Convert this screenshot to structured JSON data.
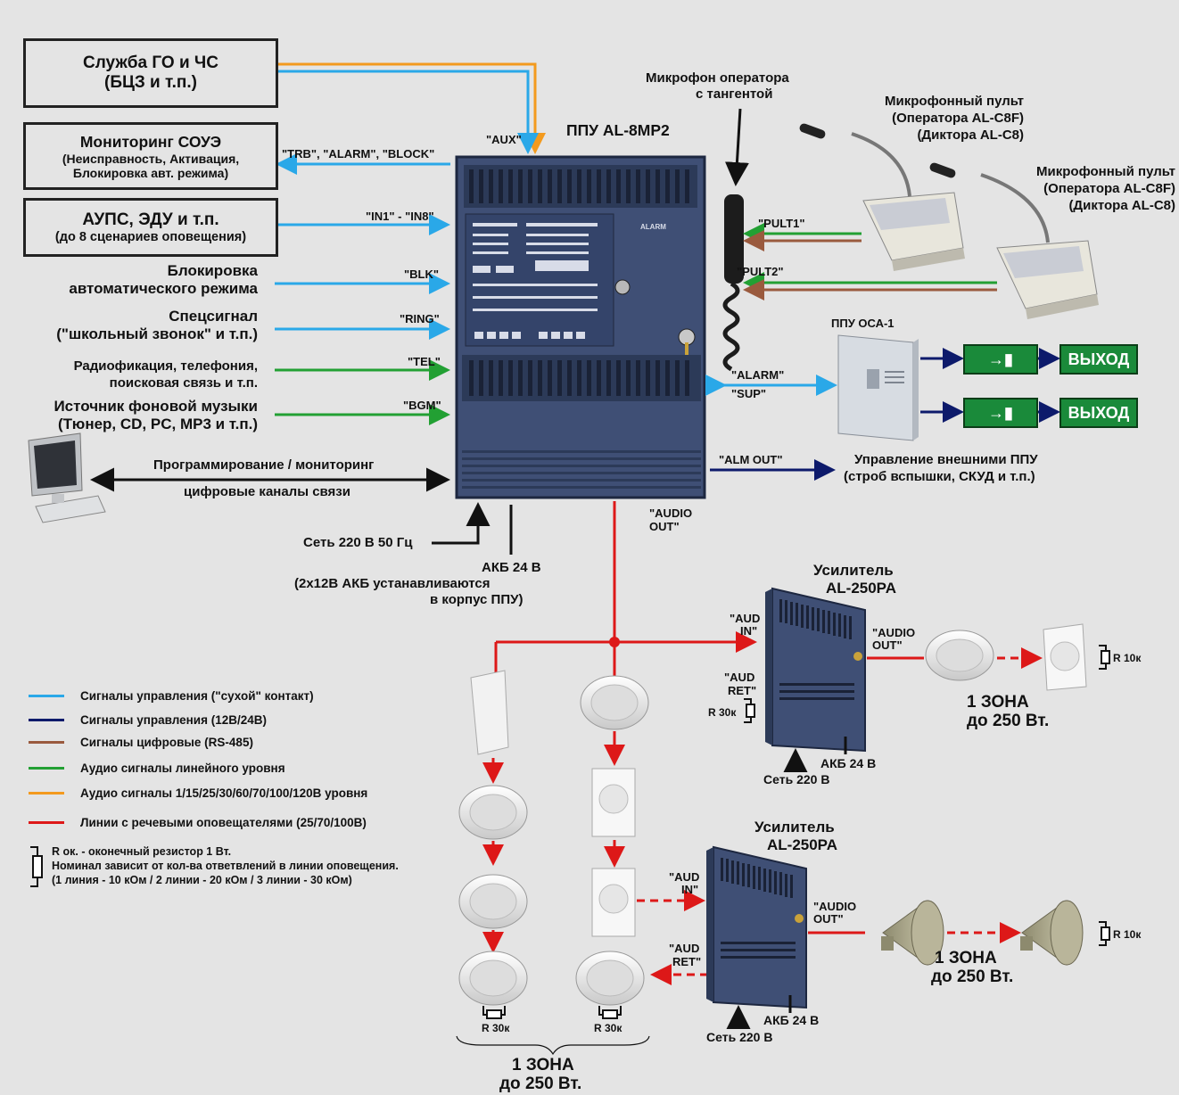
{
  "sources": {
    "go_chs": [
      "Служба ГО и ЧС",
      "(БЦЗ и т.п.)"
    ],
    "monitoring": [
      "Мониторинг СОУЭ",
      "(Неисправность, Активация,",
      "Блокировка авт. режима)"
    ],
    "aups": [
      "АУПС, ЭДУ и т.п.",
      "(до 8 сценариев оповещения)"
    ],
    "blocking": [
      "Блокировка",
      "автоматического режима"
    ],
    "special_signal": [
      "Спецсигнал",
      "(\"школьный звонок\" и т.п.)"
    ],
    "radio": [
      "Радиофикация, телефония,",
      "поисковая связь и т.п."
    ],
    "bgm_source": [
      "Источник фоновой музыки",
      "(Тюнер, CD, PC, MP3 и т.п.)"
    ],
    "programming": "Программирование / мониторинг",
    "digital_channels": "цифровые каналы связи"
  },
  "signals": {
    "aux": "\"AUX\"",
    "trb": "\"TRB\", \"ALARM\", \"BLOCK\"",
    "in1_in8": "\"IN1\" - \"IN8\"",
    "blk": "\"BLK\"",
    "ring": "\"RING\"",
    "tel": "\"TEL\"",
    "bgm": "\"BGM\"",
    "pult1": "\"PULT1\"",
    "pult2": "\"PULT2\"",
    "alarm": "\"ALARM\"",
    "sup": "\"SUP\"",
    "alm_out": "\"ALM OUT\"",
    "audio_out_main": [
      "\"AUDIO",
      "OUT\""
    ],
    "aud_in": [
      "\"AUD",
      "IN\""
    ],
    "aud_ret": [
      "\"AUD",
      "RET\""
    ],
    "audio_out_amp": [
      "\"AUDIO",
      "OUT\""
    ]
  },
  "main_panel": {
    "title": "ППУ AL-8MP2",
    "brand": "ALARM"
  },
  "operator_mic": [
    "Микрофон оператора",
    "с тангентой"
  ],
  "mic_console": [
    "Микрофонный пульт",
    "(Оператора AL-C8F)",
    "(Диктора AL-C8)"
  ],
  "osa": {
    "title": "ППУ ОСА-1",
    "exit_label": "ВЫХОД"
  },
  "external_control": [
    "Управление внешними ППУ",
    "(строб вспышки, СКУД и т.п.)"
  ],
  "power": {
    "mains": "Сеть 220 В 50 Гц",
    "battery": [
      "АКБ 24 В",
      "(2х12В АКБ устанавливаются",
      "в корпус ППУ)"
    ],
    "amp_battery": "АКБ 24 В",
    "amp_mains": "Сеть 220 В"
  },
  "amplifier": {
    "title": [
      "Усилитель",
      "AL-250PA"
    ]
  },
  "zone": [
    "1 ЗОНА",
    "до 250 Вт."
  ],
  "resistors": {
    "r10": "R 10к",
    "r30": "R 30к"
  },
  "legend": {
    "items": [
      {
        "label": "Сигналы управления (\"сухой\" контакт)",
        "color": "#2aa8e8"
      },
      {
        "label": "Сигналы управления (12В/24В)",
        "color": "#0d1a6b"
      },
      {
        "label": "Сигналы цифровые (RS-485)",
        "color": "#9a5a3e"
      },
      {
        "label": "Аудио сигналы линейного уровня",
        "color": "#22a033"
      },
      {
        "label": "Аудио сигналы 1/15/25/30/60/70/100/120В уровня",
        "color": "#f39a1e"
      },
      {
        "label": "Линии с речевыми оповещателями (25/70/100В)",
        "color": "#dd1818"
      }
    ],
    "resistor_note": [
      "R ок. - оконечный резистор 1 Вт.",
      "Номинал зависит от кол-ва ответвлений в линии оповещения.",
      "(1 линия - 10 кОм / 2 линии - 20 кОм / 3 линии - 30 кОм)"
    ]
  },
  "colors": {
    "dry_contact": "#2aa8e8",
    "control_12v": "#0d1a6b",
    "digital": "#9a5a3e",
    "line_audio": "#22a033",
    "hv_audio": "#f39a1e",
    "speaker_line": "#dd1818",
    "background": "#e4e4e4",
    "device_blue": "#3b4b6e",
    "exit_green": "#1a8a3a"
  }
}
